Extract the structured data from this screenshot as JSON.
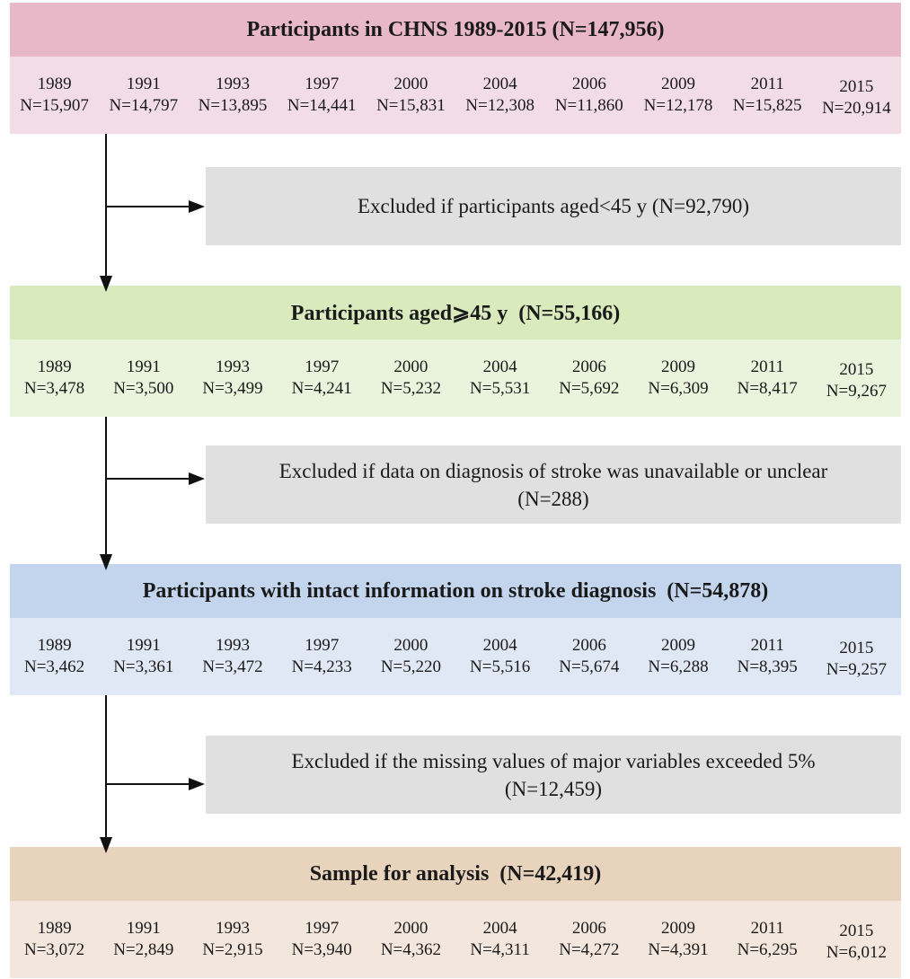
{
  "steps": [
    {
      "title": "Participants in CHNS 1989-2015 (N=147,956)",
      "colors": {
        "header": "#e8b8c8",
        "body": "#f2dde7"
      },
      "years": [
        {
          "year": "1989",
          "n": "N=15,907"
        },
        {
          "year": "1991",
          "n": "N=14,797"
        },
        {
          "year": "1993",
          "n": "N=13,895"
        },
        {
          "year": "1997",
          "n": "N=14,441"
        },
        {
          "year": "2000",
          "n": "N=15,831"
        },
        {
          "year": "2004",
          "n": "N=12,308"
        },
        {
          "year": "2006",
          "n": "N=11,860"
        },
        {
          "year": "2009",
          "n": "N=12,178"
        },
        {
          "year": "2011",
          "n": "N=15,825"
        },
        {
          "year": "2015",
          "n": "N=20,914"
        }
      ]
    },
    {
      "title": "Participants aged⩾45 y  (N=55,166)",
      "colors": {
        "header": "#d9ebbd",
        "body": "#eaf3dc"
      },
      "years": [
        {
          "year": "1989",
          "n": "N=3,478"
        },
        {
          "year": "1991",
          "n": "N=3,500"
        },
        {
          "year": "1993",
          "n": "N=3,499"
        },
        {
          "year": "1997",
          "n": "N=4,241"
        },
        {
          "year": "2000",
          "n": "N=5,232"
        },
        {
          "year": "2004",
          "n": "N=5,531"
        },
        {
          "year": "2006",
          "n": "N=5,692"
        },
        {
          "year": "2009",
          "n": "N=6,309"
        },
        {
          "year": "2011",
          "n": "N=8,417"
        },
        {
          "year": "2015",
          "n": "N=9,267"
        }
      ]
    },
    {
      "title": "Participants with intact information on stroke diagnosis  (N=54,878)",
      "colors": {
        "header": "#c3d5ed",
        "body": "#e0e8f5"
      },
      "years": [
        {
          "year": "1989",
          "n": "N=3,462"
        },
        {
          "year": "1991",
          "n": "N=3,361"
        },
        {
          "year": "1993",
          "n": "N=3,472"
        },
        {
          "year": "1997",
          "n": "N=4,233"
        },
        {
          "year": "2000",
          "n": "N=5,220"
        },
        {
          "year": "2004",
          "n": "N=5,516"
        },
        {
          "year": "2006",
          "n": "N=5,674"
        },
        {
          "year": "2009",
          "n": "N=6,288"
        },
        {
          "year": "2011",
          "n": "N=8,395"
        },
        {
          "year": "2015",
          "n": "N=9,257"
        }
      ]
    },
    {
      "title": "Sample for analysis  (N=42,419)",
      "colors": {
        "header": "#e8d3bd",
        "body": "#f3e6dc"
      },
      "years": [
        {
          "year": "1989",
          "n": "N=3,072"
        },
        {
          "year": "1991",
          "n": "N=2,849"
        },
        {
          "year": "1993",
          "n": "N=2,915"
        },
        {
          "year": "1997",
          "n": "N=3,940"
        },
        {
          "year": "2000",
          "n": "N=4,362"
        },
        {
          "year": "2004",
          "n": "N=4,311"
        },
        {
          "year": "2006",
          "n": "N=4,272"
        },
        {
          "year": "2009",
          "n": "N=4,391"
        },
        {
          "year": "2011",
          "n": "N=6,295"
        },
        {
          "year": "2015",
          "n": "N=6,012"
        }
      ]
    }
  ],
  "exclusions": [
    {
      "line1": "Excluded if participants aged<45 y (N=92,790)",
      "line2": ""
    },
    {
      "line1": "Excluded if data on diagnosis of stroke was unavailable or unclear",
      "line2": "(N=288)"
    },
    {
      "line1": "Excluded if the missing values of major variables exceeded 5%",
      "line2": "(N=12,459)"
    }
  ],
  "colors": {
    "exclusion_box": "#e0e0e0",
    "arrow": "#111111"
  }
}
